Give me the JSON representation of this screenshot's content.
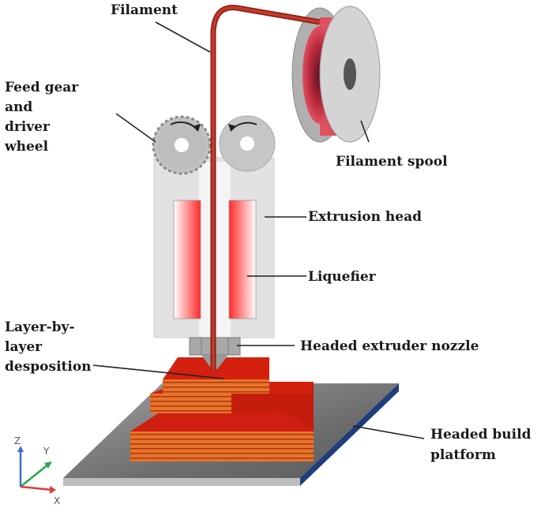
{
  "labels": {
    "filament": "Filament",
    "feed_gear_1": "Feed gear",
    "feed_gear_2": "and",
    "feed_gear_3": "driver",
    "feed_gear_4": "wheel",
    "filament_spool": "Filament spool",
    "extrusion_head": "Extrusion head",
    "liquefier": "Liquefier",
    "layer_1": "Layer-by-",
    "layer_2": "layer",
    "layer_3": "desposition",
    "nozzle": "Headed extruder nozzle",
    "platform_1": "Headed build",
    "platform_2": "platform"
  },
  "axes": {
    "z": "Z",
    "y": "Y",
    "x": "X"
  },
  "colors": {
    "filament": "#c0392b",
    "layer_top": "#d4200f",
    "layer_stripe": "#e8732a",
    "platform_top": "#8a8a8a",
    "platform_edge": "#1f3d7a",
    "head_body": "#e0e0e0",
    "liquefier": "#ff3b3b",
    "spool": "#c8c8c8",
    "axis_z": "#3b6fd1",
    "axis_y": "#2aa84a",
    "axis_x": "#e03a3a"
  }
}
